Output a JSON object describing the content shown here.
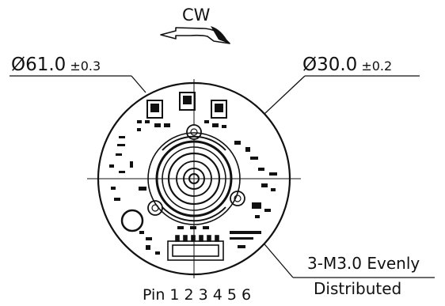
{
  "rotation": {
    "label": "CW"
  },
  "outer_diameter": {
    "symbol": "Ø",
    "value": "61.0",
    "tolerance": "±0.3"
  },
  "inner_diameter": {
    "symbol": "Ø",
    "value": "30.0",
    "tolerance": "±0.2"
  },
  "holes": {
    "line1": "3-M3.0 Evenly",
    "line2": "Distributed"
  },
  "connector": {
    "label": "Pin 1 2 3 4 5 6"
  },
  "colors": {
    "ink": "#111111",
    "background": "#ffffff"
  }
}
